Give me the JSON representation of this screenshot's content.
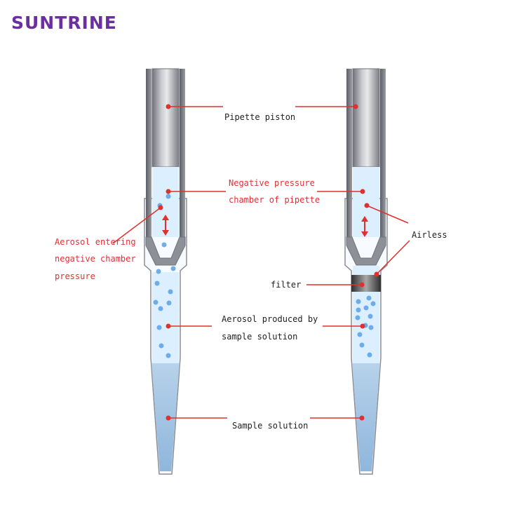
{
  "brand": {
    "name": "SUNTRINE",
    "color": "#6b2fa0"
  },
  "labels": {
    "pipette_piston": "Pipette piston",
    "neg_pressure_line1": "Negative pressure",
    "neg_pressure_line2": "chamber of pipette",
    "aerosol_entering_line1": "Aerosol entering",
    "aerosol_entering_line2": "negative chamber",
    "aerosol_entering_line3": "pressure",
    "airless": "Airless",
    "filter": "filter",
    "aerosol_produced_line1": "Aerosol produced by",
    "aerosol_produced_line2": "sample solution",
    "sample_solution": "Sample solution"
  },
  "colors": {
    "accent_red": "#e0312f",
    "label_black": "#222222",
    "piston_gray": "#8a8d93",
    "air_blue": "#dcefff",
    "liquid_blue": "#a9c9e6",
    "aerosol_dot": "#5aa0e6",
    "filter_dark": "#444444"
  },
  "icons": [
    "double-arrow-icon",
    "aerosol-dot-icon"
  ]
}
